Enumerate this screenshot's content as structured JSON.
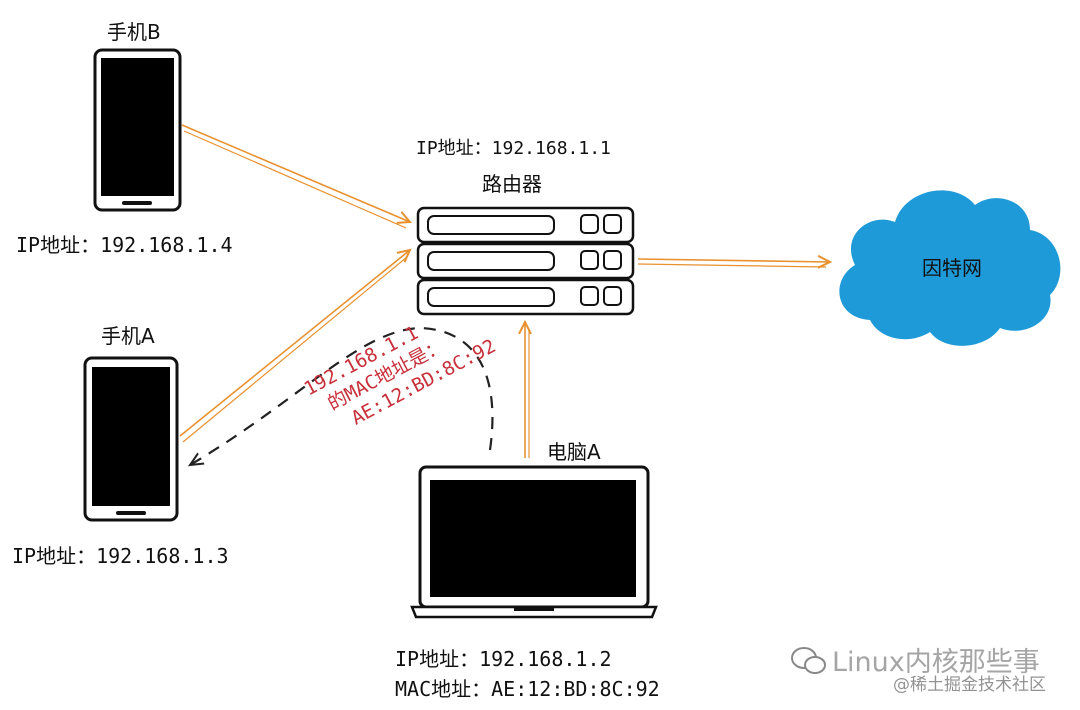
{
  "phone_b": {
    "name": "手机B",
    "ip": "IP地址：192.168.1.4"
  },
  "phone_a": {
    "name": "手机A",
    "ip": "IP地址：192.168.1.3"
  },
  "router": {
    "ip": "IP地址：192.168.1.1",
    "name": "路由器"
  },
  "internet": {
    "name": "因特网"
  },
  "computer_a": {
    "name": "电脑A",
    "ip": "IP地址：192.168.1.2",
    "mac": "MAC地址：AE:12:BD:8C:92"
  },
  "arp_reply": {
    "line1": "192.168.1.1",
    "line2": "的MAC地址是：",
    "line3": "AE:12:BD:8C:92"
  },
  "watermark": {
    "main": "Linux内核那些事",
    "sub": "@稀土掘金技术社区"
  },
  "colors": {
    "arrow": "#e8912e",
    "note_red": "#c8303a",
    "cloud": "#1f9ad8",
    "device_dark": "#000000"
  }
}
